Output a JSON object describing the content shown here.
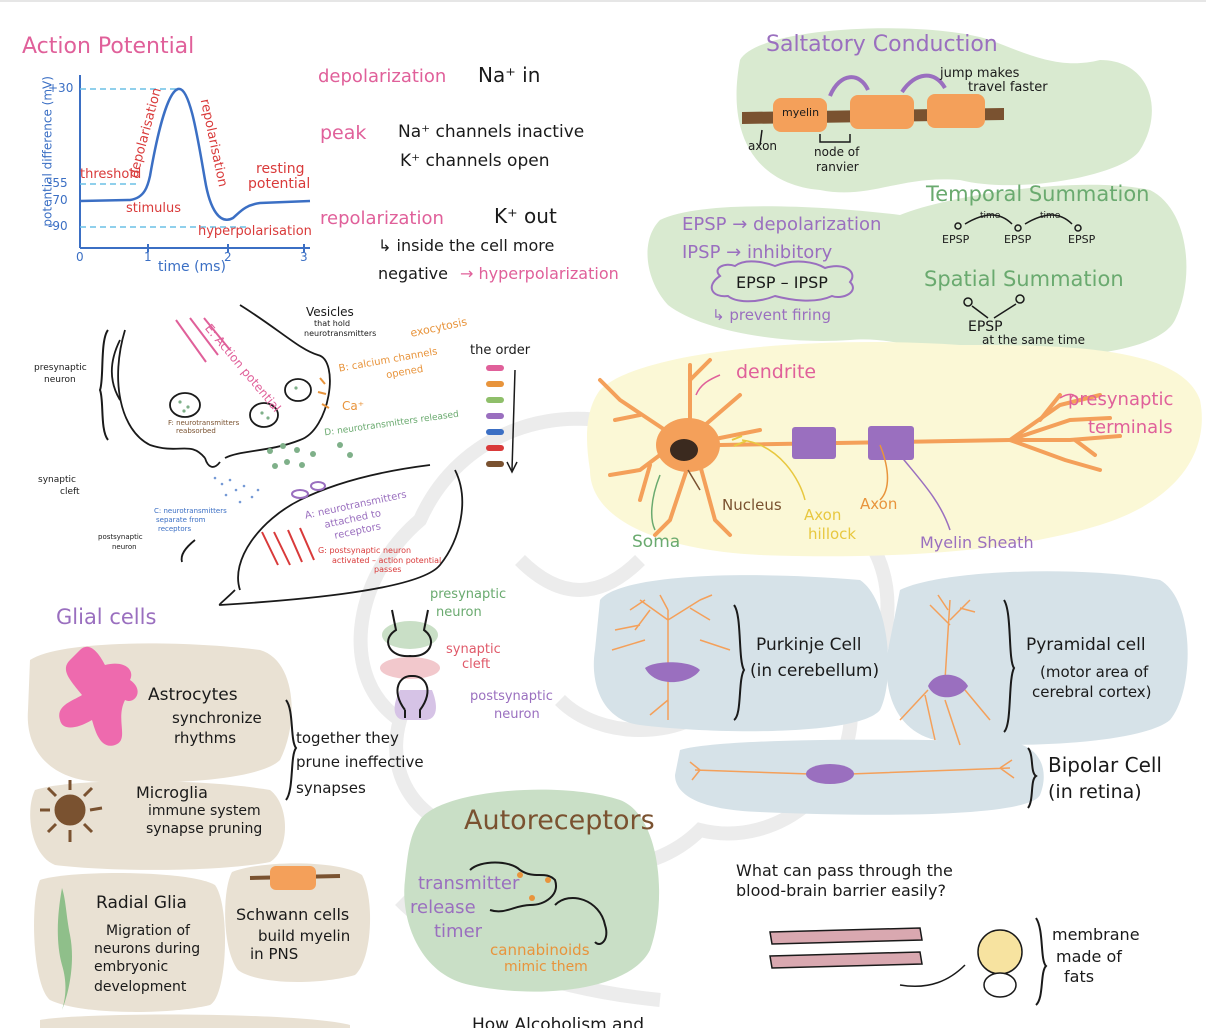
{
  "action_potential": {
    "title": "Action Potential",
    "ylabel": "potential difference (mV)",
    "xlabel": "time (ms)",
    "yticks": [
      "+30",
      "-55",
      "-70",
      "-90"
    ],
    "xticks": [
      "0",
      "1",
      "2",
      "3"
    ],
    "labels": {
      "threshold": "threshold",
      "stimulus": "stimulus",
      "depolarisation": "depolarisation",
      "repolarisation": "repolarisation",
      "resting": "resting",
      "potential": "potential",
      "hyperpolarisation": "hyperpolarisation"
    }
  },
  "ap_notes": {
    "depol_key": "depolarization",
    "depol_val": "Na⁺ in",
    "peak_key": "peak",
    "peak_line1": "Na⁺ channels inactive",
    "peak_line2": "K⁺ channels open",
    "repol_key": "repolarization",
    "repol_val": "K⁺ out",
    "repol_line1": "↳ inside the cell more",
    "repol_line2": "negative",
    "repol_line2b": "→ hyperpolarization"
  },
  "saltatory": {
    "title": "Saltatory Conduction",
    "myelin": "myelin",
    "axon": "axon",
    "node1": "node of",
    "node2": "ranvier",
    "jump1": "jump makes",
    "jump2": "travel faster"
  },
  "summation": {
    "epsp_line": "EPSP → depolarization",
    "ipsp_line": "IPSP → inhibitory",
    "diff": "EPSP – IPSP",
    "prevent": "↳ prevent firing",
    "temporal_title": "Temporal Summation",
    "time": "time",
    "epsp_small": "EPSP",
    "spatial_title": "Spatial Summation",
    "spatial_epsp": "EPSP",
    "same_time": "at the same time"
  },
  "synapse": {
    "e_action": "E: Action potential",
    "vesicles1": "Vesicles",
    "vesicles2": "that hold",
    "vesicles3": "neurotransmitters",
    "exocytosis": "exocytosis",
    "calcium1": "B: calcium channels",
    "calcium2": "opened",
    "ca": "Ca⁺",
    "released": "D: neurotransmitters released",
    "reabsorbed1": "F: neurotransmitters",
    "reabsorbed2": "reabsorbed",
    "pre_neuron1": "presynaptic",
    "pre_neuron2": "neuron",
    "cleft1": "synaptic",
    "cleft2": "cleft",
    "separate1": "C: neurotransmitters",
    "separate2": "separate from",
    "separate3": "receptors",
    "post1": "postsynaptic",
    "post2": "neuron",
    "attached1": "A: neurotransmitters",
    "attached2": "attached to",
    "attached3": "receptors",
    "g1": "G: postsynaptic neuron",
    "g2": "activated – action potential",
    "g3": "passes",
    "order": "the order",
    "order_colors": [
      "#e0609a",
      "#e8943c",
      "#8fbf6a",
      "#9a6fbf",
      "#3b6fc4",
      "#d93a3a",
      "#7a5230"
    ]
  },
  "neuron": {
    "dendrite": "dendrite",
    "presynaptic1": "presynaptic",
    "presynaptic2": "terminals",
    "nucleus": "Nucleus",
    "axon_hillock1": "Axon",
    "axon_hillock2": "hillock",
    "axon": "Axon",
    "soma": "Soma",
    "myelin": "Myelin Sheath"
  },
  "cells": {
    "purkinje1": "Purkinje Cell",
    "purkinje2": "(in cerebellum)",
    "pyramidal1": "Pyramidal cell",
    "pyramidal2": "(motor area of",
    "pyramidal3": "cerebral cortex)",
    "bipolar1": "Bipolar Cell",
    "bipolar2": "(in retina)"
  },
  "glial": {
    "title": "Glial cells",
    "astro1": "Astrocytes",
    "astro2": "synchronize",
    "astro3": "rhythms",
    "micro1": "Microglia",
    "micro2": "immune system",
    "micro3": "synapse pruning",
    "together1": "together they",
    "together2": "prune ineffective",
    "together3": "synapses",
    "radial1": "Radial Glia",
    "radial2": "Migration of",
    "radial3": "neurons during",
    "radial4": "embryonic",
    "radial5": "development",
    "schwann1": "Schwann cells",
    "schwann2": "build myelin",
    "schwann3": "in PNS"
  },
  "small_synapse": {
    "pre1": "presynaptic",
    "pre2": "neuron",
    "cleft1": "synaptic",
    "cleft2": "cleft",
    "post1": "postsynaptic",
    "post2": "neuron"
  },
  "autoreceptors": {
    "title": "Autoreceptors",
    "trans1": "transmitter",
    "trans2": "release",
    "trans3": "timer",
    "canna1": "cannabinoids",
    "canna2": "mimic them"
  },
  "bbb": {
    "q1": "What can pass through the",
    "q2": "blood-brain barrier easily?",
    "m1": "membrane",
    "m2": "made of",
    "m3": "fats"
  },
  "footer": {
    "partial": "How Alcoholism and"
  }
}
